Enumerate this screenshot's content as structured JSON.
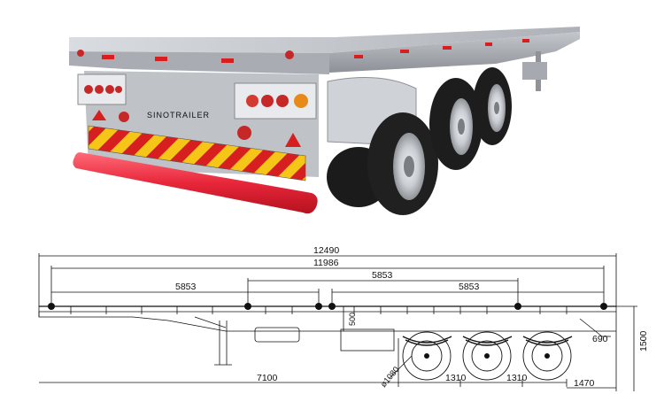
{
  "photo": {
    "rear_plate_text": "SINOTRAILER"
  },
  "drawing": {
    "overall_length": "12490",
    "deck_length": "11986",
    "twist_lock_spacings": [
      "5853",
      "5853",
      "5853"
    ],
    "kingpin_to_first_axle": "7100",
    "axle_spacings": [
      "1310",
      "1310"
    ],
    "rear_overhang": "1470",
    "overall_height": "1500",
    "deck_height_detail": "690",
    "frame_height": "500",
    "tire_diameter": "ø1080"
  },
  "colors": {
    "trailer_grey": "#b8bcc2",
    "bumper_red": "#e8263a",
    "warning_stripe_red": "#d71f1f",
    "warning_stripe_yellow": "#f5c518",
    "tire": "#1b1b1b",
    "line": "#111111"
  }
}
